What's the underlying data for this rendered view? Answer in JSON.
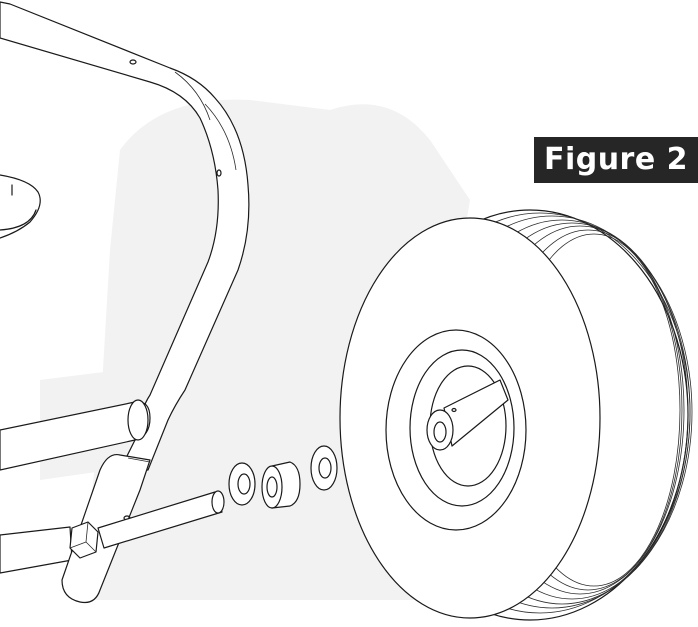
{
  "figure": {
    "label": "Figure 2"
  },
  "illustration": {
    "parts": [
      "wheel-tire",
      "wheel-hub",
      "axle-shaft",
      "flat-washer-outer",
      "spacer",
      "flat-washer-inner",
      "frame-handle",
      "axle-bracket",
      "hex-nut",
      "frame-crossbar",
      "tank-edge"
    ],
    "colors": {
      "line": "#1a1a1a",
      "label_background": "#262626",
      "label_text": "#ffffff",
      "watermark": "#f2f2f2"
    }
  }
}
